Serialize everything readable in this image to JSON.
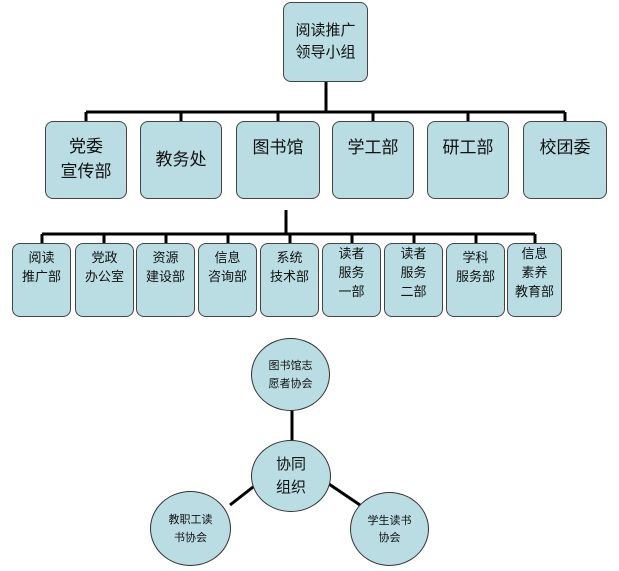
{
  "org_chart": {
    "top": "阅读推广\n领导小组",
    "departments": [
      "党委\n宣传部",
      "教务处",
      "图书馆",
      "学工部",
      "研工部",
      "校团委"
    ],
    "library_units": [
      "阅读\n推广部",
      "党政\n办公室",
      "资源\n建设部",
      "信息\n咨询部",
      "系统\n技术部",
      "读者\n服务\n一部",
      "读者\n服务\n二部",
      "学科\n服务部",
      "信息\n素养\n教育部"
    ]
  },
  "collaboration": {
    "center": "协同\n组织",
    "members": {
      "top": "图书馆志\n愿者协会",
      "left": "教职工读\n书协会",
      "right": "学生读书\n协会"
    }
  },
  "colors": {
    "box_fill": "#b9dde3",
    "line": "#000000",
    "border": "#444444"
  }
}
